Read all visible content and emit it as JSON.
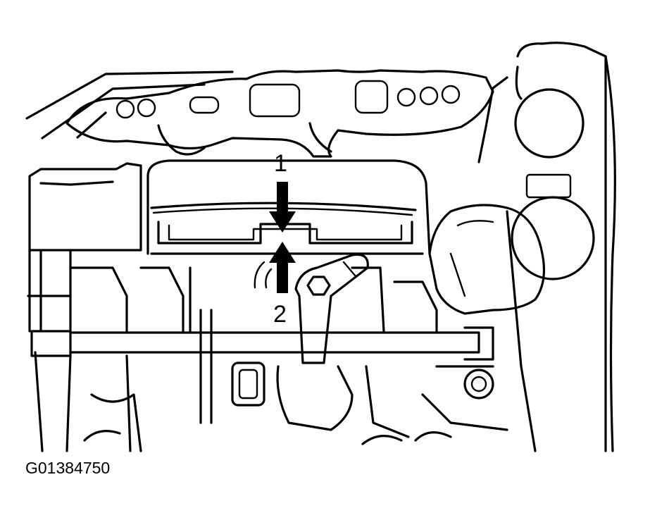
{
  "figure_id": "G01384750",
  "callouts": [
    {
      "label": "1"
    },
    {
      "label": "2"
    }
  ],
  "colors": {
    "ink": "#000000",
    "paper": "#ffffff"
  }
}
